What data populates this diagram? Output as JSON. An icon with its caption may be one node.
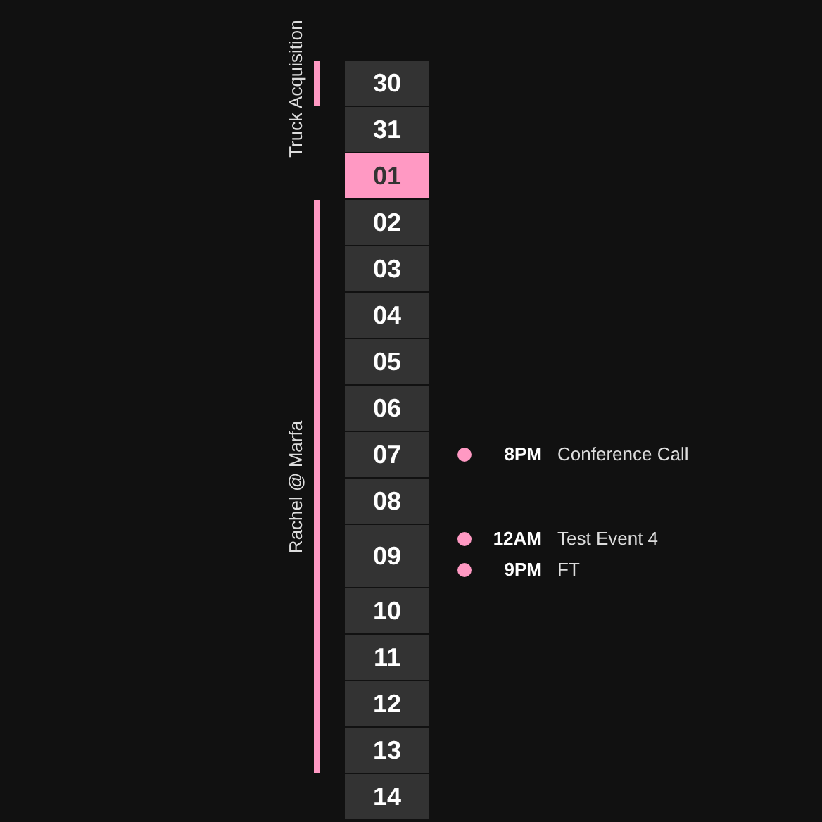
{
  "diagram": {
    "nodes": [
      {
        "text": [
          "30"
        ]
      },
      {
        "text": [
          "31"
        ]
      },
      {
        "text": [
          "01"
        ]
      },
      {
        "text": [
          "02"
        ]
      },
      {
        "text": [
          "03"
        ]
      },
      {
        "text": [
          "04"
        ]
      },
      {
        "text": [
          "05"
        ]
      },
      {
        "text": [
          "06"
        ]
      },
      {
        "text": [
          "07"
        ]
      },
      {
        "text": [
          "08"
        ]
      },
      {
        "text": [
          "09"
        ]
      },
      {
        "text": [
          "10"
        ]
      },
      {
        "text": [
          "11"
        ]
      },
      {
        "text": [
          "12"
        ]
      },
      {
        "text": [
          "13"
        ]
      },
      {
        "text": [
          "14"
        ]
      }
    ],
    "labels": [
      "Truck Acquisition",
      "Rachel @ Marfa",
      "8PM",
      "Conference Call",
      "12AM",
      "Test Event 4",
      "9PM",
      "FT"
    ]
  }
}
